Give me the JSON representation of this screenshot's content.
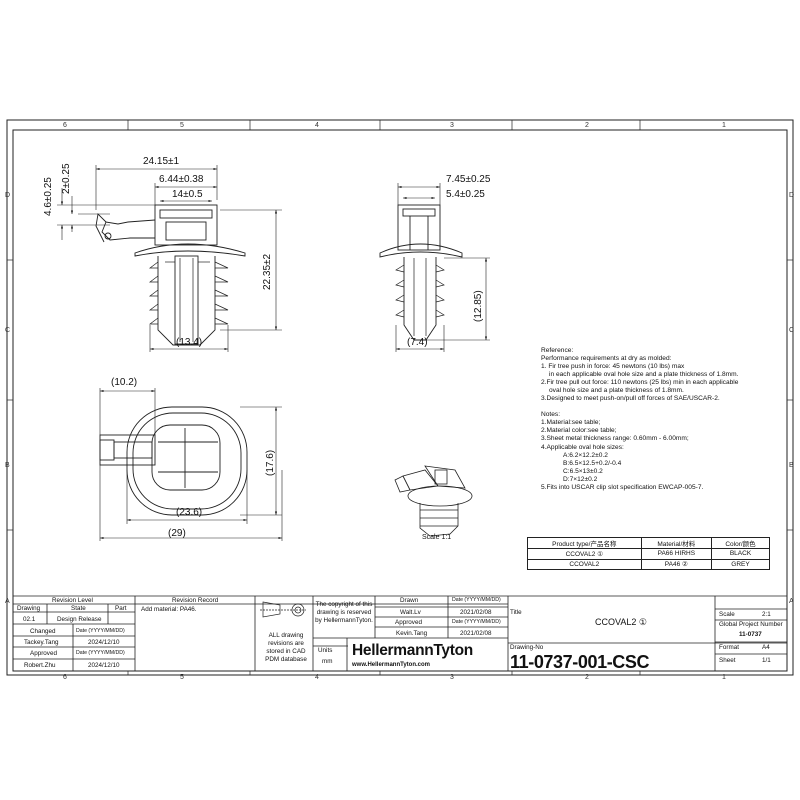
{
  "zones": {
    "cols": [
      "6",
      "5",
      "4",
      "3",
      "2",
      "1"
    ],
    "rows": [
      "D",
      "C",
      "B",
      "A"
    ]
  },
  "dimensions": {
    "d1": "24.15±1",
    "d2": "6.44±0.38",
    "d3": "14±0.5",
    "d4": "4.6±0.25",
    "d5": "2±0.25",
    "d6": "22.35±2",
    "d7": "(13.4)",
    "d8": "7.45±0.25",
    "d9": "5.4±0.25",
    "d10": "(12.85)",
    "d11": "(7.4)",
    "d12": "(10.2)",
    "d13": "(17.6)",
    "d14": "(23.6)",
    "d15": "(29)"
  },
  "scale_label": "Scale  1:1",
  "notes": {
    "reference": [
      "Reference:",
      "Performance requirements at dry as molded:",
      "1. Fir tree push in force: 45 newtons (10 lbs) max",
      "   in each applicable oval hole size and a plate thickness of 1.8mm.",
      "2.Fir tree pull out force: 110 newtons (25 lbs) min in each applicable",
      "   oval hole size and a plate thickness of 1.8mm.",
      "3.Designed to meet push-on/pull off forces of SAE/USCAR-2."
    ],
    "notes": [
      "Notes:",
      "1.Material:see table;",
      "2.Material color:see table;",
      "3.Sheet metal thickness range: 0.60mm - 6.00mm;",
      "4.Applicable oval hole sizes:",
      "        A:6.2×12.2±0.2",
      "        B:6.5×12.5+0.2/-0.4",
      "        C:6.5×13±0.2",
      "        D:7×12±0.2",
      "5.Fits into USCAR clip slot specification EWCAP-005-7."
    ]
  },
  "product_table": {
    "headers": [
      "Product type/产品名称",
      "Material/材料",
      "Color/颜色"
    ],
    "rows": [
      [
        "CCOVAL2 ①",
        "PA66 HIRHS",
        "BLACK"
      ],
      [
        "CCOVAL2",
        "PA46 ②",
        "GREY"
      ]
    ]
  },
  "title_block": {
    "revision_level": "Revision Level",
    "drawing": "Drawing",
    "state": "State",
    "part": "Part",
    "rev": "02.1",
    "state_val": "Design Release",
    "changed": "Changed",
    "date_fmt": "Date (YYYY/MM/DD)",
    "changed_by": "Tackey.Tang",
    "changed_date": "2024/12/10",
    "approved": "Approved",
    "approved_by": "Robert.Zhu",
    "approved_date": "2024/12/10",
    "revision_record": "Revision Record",
    "revision_text": "Add material: PA46.",
    "cad_note": "ALL drawing revisions are stored in CAD PDM database",
    "copyright": "The copyright of this drawing is reserved by HellermannTyton.",
    "units": "Units",
    "units_val": "mm",
    "drawn": "Drawn",
    "drawn_by": "Walt.Lv",
    "drawn_date": "2021/02/08",
    "approved2": "Approved",
    "approved2_by": "Kevin.Tang",
    "approved2_date": "2021/02/08",
    "title_label": "Title",
    "title_val": "CCOVAL2 ①",
    "drawing_no_label": "Drawing-No",
    "drawing_no": "11-0737-001-CSC",
    "scale_label": "Scale",
    "scale_val": "2:1",
    "gpn_label": "Global Project Number",
    "gpn": "11-0737",
    "format_label": "Format",
    "format_val": "A4",
    "sheet_label": "Sheet",
    "sheet_val": "1/1",
    "logo": "HellermannTyton",
    "url": "www.HellermannTyton.com"
  }
}
